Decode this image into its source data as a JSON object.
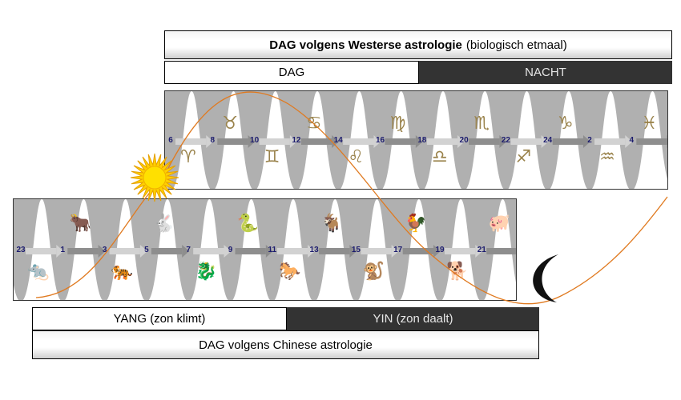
{
  "western": {
    "title_bold": "DAG volgens Westerse astrologie",
    "title_paren": "(biologisch etmaal)",
    "day_label": "DAG",
    "night_label": "NACHT",
    "hours": [
      "6",
      "8",
      "10",
      "12",
      "14",
      "16",
      "18",
      "20",
      "22",
      "24",
      "2",
      "4"
    ],
    "signs": [
      {
        "icon": "aries-icon",
        "glyph": "♈"
      },
      {
        "icon": "taurus-icon",
        "glyph": "♉"
      },
      {
        "icon": "gemini-icon",
        "glyph": "♊"
      },
      {
        "icon": "cancer-icon",
        "glyph": "♋"
      },
      {
        "icon": "leo-icon",
        "glyph": "♌"
      },
      {
        "icon": "virgo-icon",
        "glyph": "♍"
      },
      {
        "icon": "libra-icon",
        "glyph": "♎"
      },
      {
        "icon": "scorpio-icon",
        "glyph": "♏"
      },
      {
        "icon": "sagittarius-icon",
        "glyph": "♐"
      },
      {
        "icon": "capricorn-icon",
        "glyph": "♑"
      },
      {
        "icon": "aquarius-icon",
        "glyph": "♒"
      },
      {
        "icon": "pisces-icon",
        "glyph": "♓"
      }
    ]
  },
  "chinese": {
    "title": "DAG volgens Chinese astrologie",
    "yang_label": "YANG (zon klimt)",
    "yin_label": "YIN (zon daalt)",
    "hours": [
      "23",
      "1",
      "3",
      "5",
      "7",
      "9",
      "11",
      "13",
      "15",
      "17",
      "19",
      "21"
    ],
    "animals": [
      {
        "icon": "rat-icon",
        "glyph": "🐀"
      },
      {
        "icon": "ox-icon",
        "glyph": "🐂"
      },
      {
        "icon": "tiger-icon",
        "glyph": "🐅"
      },
      {
        "icon": "rabbit-icon",
        "glyph": "🐇"
      },
      {
        "icon": "dragon-icon",
        "glyph": "🐉"
      },
      {
        "icon": "snake-icon",
        "glyph": "🐍"
      },
      {
        "icon": "horse-icon",
        "glyph": "🐎"
      },
      {
        "icon": "goat-icon",
        "glyph": "🐐"
      },
      {
        "icon": "monkey-icon",
        "glyph": "🐒"
      },
      {
        "icon": "rooster-icon",
        "glyph": "🐓"
      },
      {
        "icon": "dog-icon",
        "glyph": "🐕"
      },
      {
        "icon": "pig-icon",
        "glyph": "🐖"
      }
    ]
  },
  "colors": {
    "sun_curve": "#e07a20",
    "panel_bg": "#b0b0b0",
    "wave_fill": "#ffffff",
    "dark_bar": "#333333",
    "hour_text": "#1c1c6e",
    "icon_gold": "#9a834c",
    "sun": "#ffd000"
  }
}
